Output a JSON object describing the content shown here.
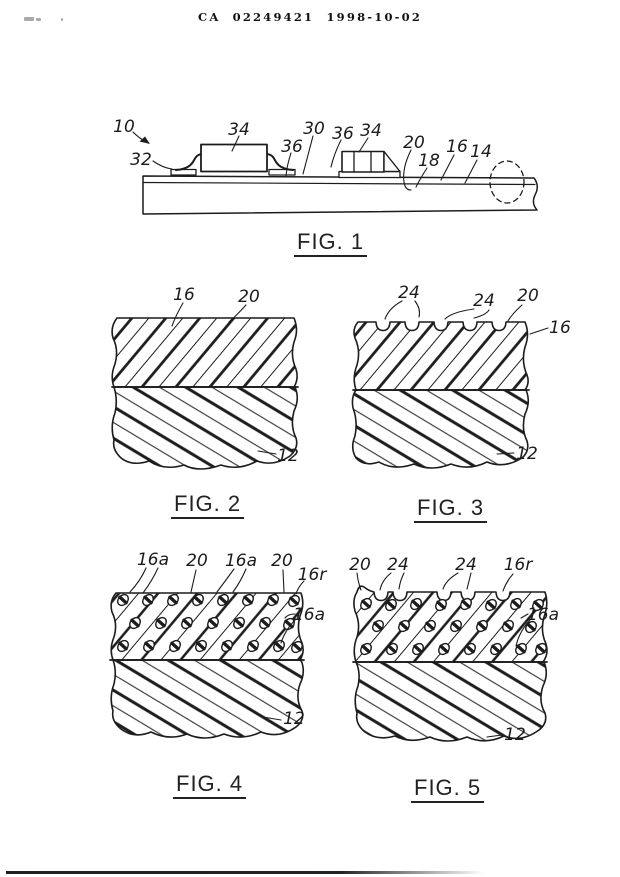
{
  "page": {
    "header": "CA 02249421 1998-10-02"
  },
  "figures": {
    "fig1": {
      "caption": "FIG. 1",
      "labels": [
        "10",
        "32",
        "34",
        "36",
        "30",
        "36",
        "34",
        "20",
        "18",
        "16",
        "14"
      ]
    },
    "fig2": {
      "caption": "FIG. 2",
      "labels": [
        "16",
        "20",
        "12"
      ]
    },
    "fig3": {
      "caption": "FIG. 3",
      "labels": [
        "24",
        "24",
        "20",
        "16",
        "12"
      ]
    },
    "fig4": {
      "caption": "FIG. 4",
      "labels": [
        "16a",
        "20",
        "16a",
        "20",
        "16r",
        "16a",
        "12"
      ]
    },
    "fig5": {
      "caption": "FIG. 5",
      "labels": [
        "20",
        "24",
        "24",
        "16r",
        "16a",
        "12"
      ]
    }
  }
}
